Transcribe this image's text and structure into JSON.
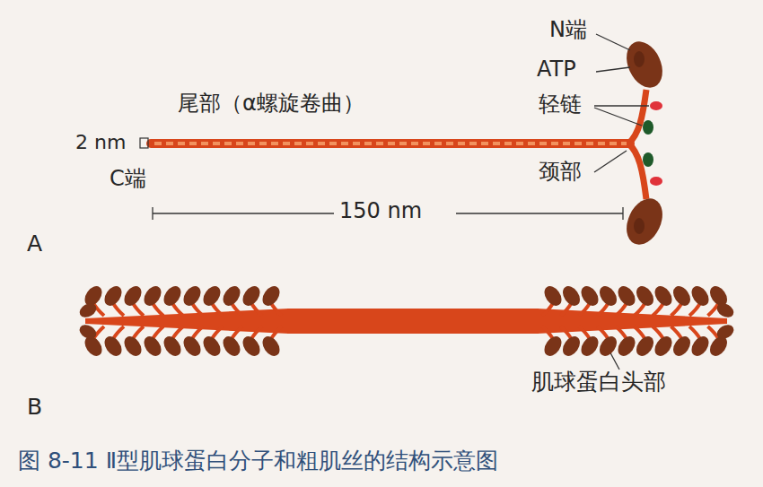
{
  "diagram": {
    "caption": "图 8-11 Ⅱ型肌球蛋白分子和粗肌丝的结构示意图",
    "labels": [
      "N端",
      "ATP",
      "轻链",
      "尾部（α螺旋卷曲）",
      "2 nm",
      "C端",
      "颈部",
      "150 nm",
      "A",
      "B",
      "肌球蛋白头部"
    ]
  }
}
